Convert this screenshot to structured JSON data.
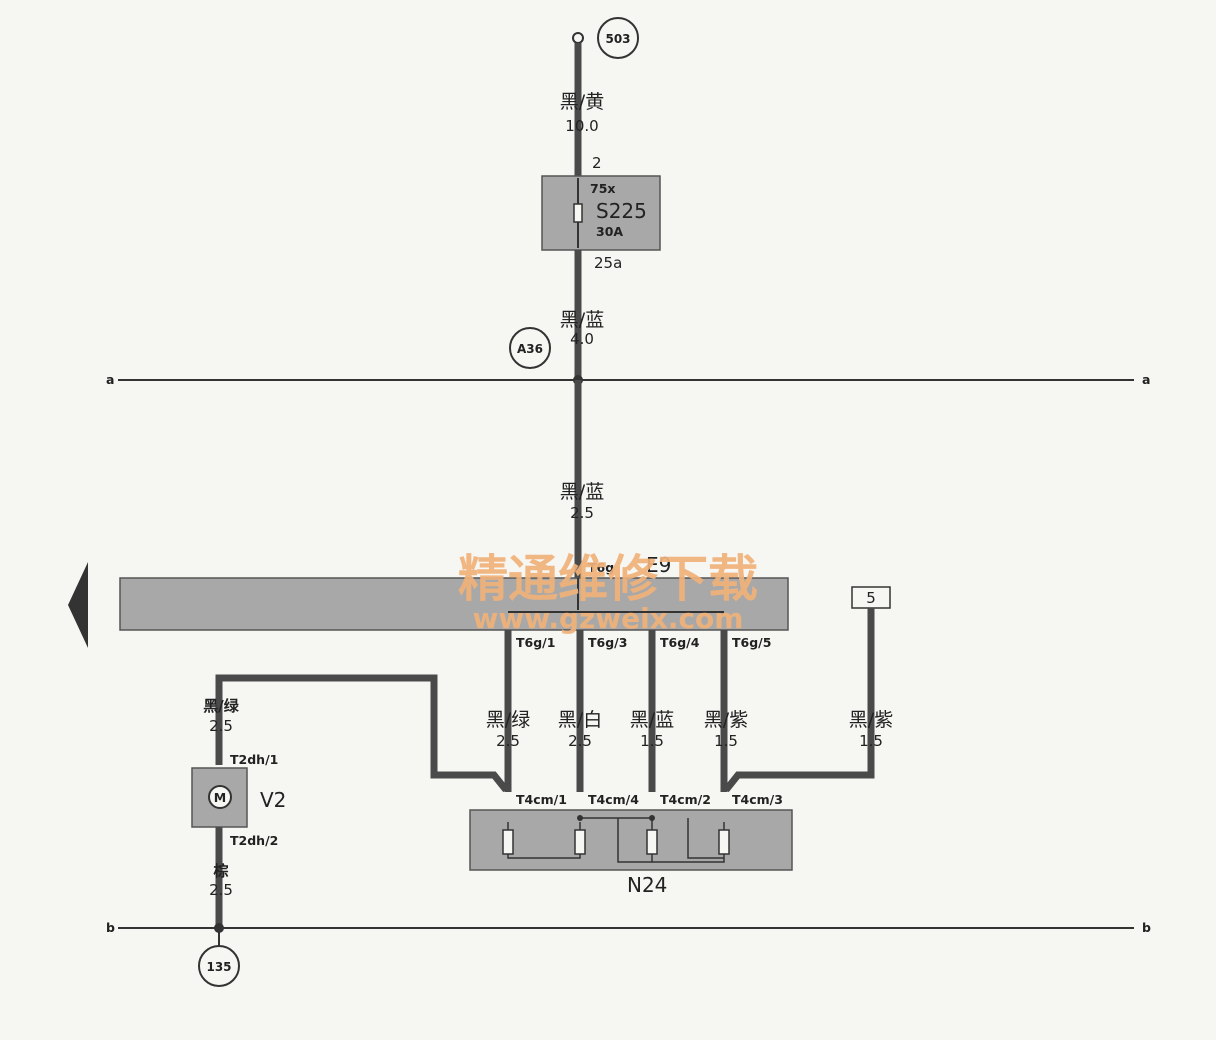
{
  "connectors": {
    "top": "503",
    "a36": "A36",
    "bottom": "135",
    "box5": "5"
  },
  "bus": {
    "a": "a",
    "b": "b"
  },
  "fuse": {
    "pin_in": "2",
    "slot": "75x",
    "name": "S225",
    "rating": "30A",
    "pin_out": "25a"
  },
  "wires": {
    "w1": {
      "color": "黑/黄",
      "size": "10.0"
    },
    "w2": {
      "color": "黑/蓝",
      "size": "4.0"
    },
    "w3": {
      "color": "黑/蓝",
      "size": "2.5"
    },
    "g1": {
      "color": "黑/绿",
      "size": "2.5"
    },
    "g2": {
      "color": "黑/白",
      "size": "2.5"
    },
    "g3": {
      "color": "黑/蓝",
      "size": "1.5"
    },
    "g4": {
      "color": "黑/紫",
      "size": "1.5"
    },
    "g5": {
      "color": "黑/紫",
      "size": "1.5"
    },
    "motor_top": {
      "color": "黑/绿",
      "size": "2.5"
    },
    "motor_bot": {
      "color": "棕",
      "size": "2.5"
    }
  },
  "harness": {
    "top_pin": "T6g",
    "label": "E9"
  },
  "pins_t6g": [
    "T6g/1",
    "T6g/3",
    "T6g/4",
    "T6g/5"
  ],
  "pins_t4cm": [
    "T4cm/1",
    "T4cm/4",
    "T4cm/2",
    "T4cm/3"
  ],
  "motor": {
    "symbol": "M",
    "name": "V2",
    "pin_top": "T2dh/1",
    "pin_bot": "T2dh/2"
  },
  "module": {
    "name": "N24"
  },
  "watermark": {
    "line1": "精通维修下载",
    "line2": "www.gzweix.com",
    "color": "#f1b27a"
  },
  "colors": {
    "wire": "#4a4a4a",
    "box": "#a8a8a8",
    "line": "#333333"
  }
}
